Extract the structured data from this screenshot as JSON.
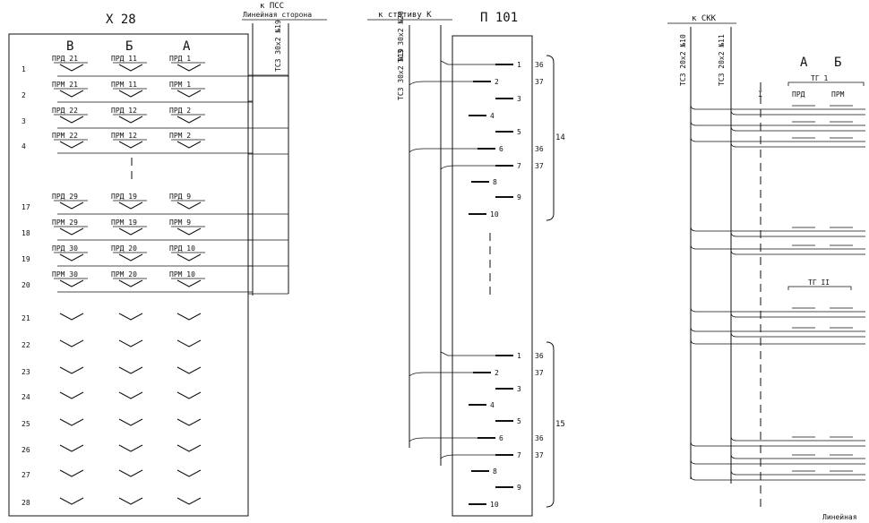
{
  "x28": {
    "title": "Х 28",
    "columns": [
      "В",
      "Б",
      "А"
    ],
    "rows": [
      {
        "num": "1",
        "cells": [
          "ПРД 21",
          "ПРД 11",
          "ПРД 1"
        ]
      },
      {
        "num": "2",
        "cells": [
          "ПРМ 21",
          "ПРМ 11",
          "ПРМ 1"
        ]
      },
      {
        "num": "3",
        "cells": [
          "ПРД 22",
          "ПРД 12",
          "ПРД 2"
        ]
      },
      {
        "num": "4",
        "cells": [
          "ПРМ 22",
          "ПРМ 12",
          "ПРМ 2"
        ]
      },
      {
        "num": "17",
        "cells": [
          "ПРД 29",
          "ПРД 19",
          "ПРД 9"
        ]
      },
      {
        "num": "18",
        "cells": [
          "ПРМ 29",
          "ПРМ 19",
          "ПРМ 9"
        ]
      },
      {
        "num": "19",
        "cells": [
          "ПРД 30",
          "ПРД 20",
          "ПРД 10"
        ]
      },
      {
        "num": "20",
        "cells": [
          "ПРМ 30",
          "ПРМ 20",
          "ПРМ 10"
        ]
      },
      {
        "num": "21",
        "cells": [
          "",
          "",
          ""
        ]
      },
      {
        "num": "22",
        "cells": [
          "",
          "",
          ""
        ]
      },
      {
        "num": "23",
        "cells": [
          "",
          "",
          ""
        ]
      },
      {
        "num": "24",
        "cells": [
          "",
          "",
          ""
        ]
      },
      {
        "num": "25",
        "cells": [
          "",
          "",
          ""
        ]
      },
      {
        "num": "26",
        "cells": [
          "",
          "",
          ""
        ]
      },
      {
        "num": "27",
        "cells": [
          "",
          "",
          ""
        ]
      },
      {
        "num": "28",
        "cells": [
          "",
          "",
          ""
        ]
      }
    ]
  },
  "pss": {
    "header1": "к ПСС",
    "header2": "Линейная сторона",
    "cable": "ТСЗ 30x2 №19"
  },
  "p101": {
    "title": "П 101",
    "header": "к стативу К",
    "cable1": "ТСЗ 30x2 №20",
    "cable2": "ТСЗ 30x2 №19",
    "upper_pins": [
      "1",
      "2",
      "3",
      "4",
      "5",
      "6",
      "7",
      "8",
      "9",
      "10"
    ],
    "lower_pins": [
      "1",
      "2",
      "3",
      "4",
      "5",
      "6",
      "7",
      "8",
      "9",
      "10"
    ],
    "upper_marks": [
      "36",
      "37",
      "36",
      "37"
    ],
    "lower_marks": [
      "36",
      "37",
      "36",
      "37"
    ],
    "group_upper": "14",
    "group_lower": "15"
  },
  "skk": {
    "header": "к СКК",
    "cable1": "ТСЗ 20x2 №10",
    "cable2": "ТСЗ 20x2 №11",
    "marker": "I",
    "col_a": "А",
    "col_b": "Б",
    "group1": "ТГ 1",
    "col_prd": "ПРД",
    "col_prm": "ПРМ",
    "group2": "ТГ II",
    "footer": "Линейная"
  }
}
